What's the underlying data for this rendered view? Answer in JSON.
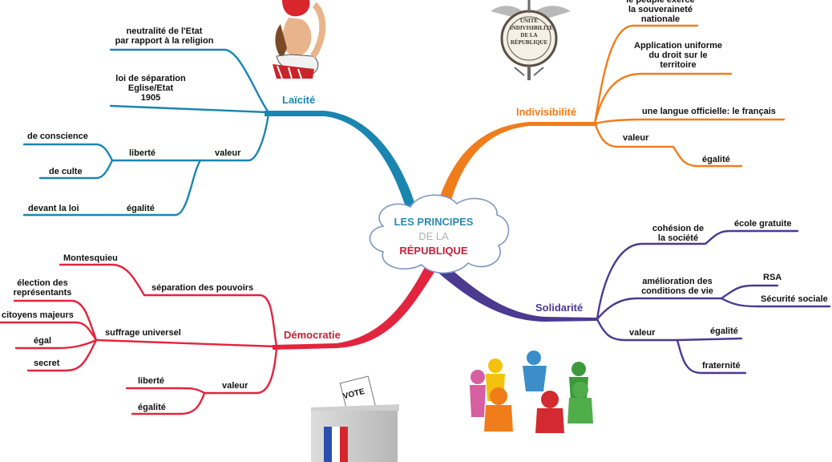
{
  "center": {
    "line1": "LES PRINCIPES",
    "line2": "DE LA",
    "line3": "RÉPUBLIQUE"
  },
  "colors": {
    "laicite": "#1a86b0",
    "indivisibilite": "#f07d1c",
    "solidarite": "#4a3a90",
    "democratie": "#e3243e"
  },
  "icons": {
    "marianne": "marianne-image",
    "seal": "republic-seal-image",
    "ballot": "ballot-box-image",
    "people": "people-circle-image"
  },
  "laicite": {
    "title": "Laïcité",
    "neutralite": "neutralité de l'Etat\npar rapport à la religion",
    "loi": "loi de séparation\nEglise/Etat\n1905",
    "valeur": "valeur",
    "liberte": "liberté",
    "conscience": "de conscience",
    "culte": "de culte",
    "egalite": "égalité",
    "devant_loi": "devant la loi"
  },
  "indivisibilite": {
    "title": "Indivisibilité",
    "seal_text": "UNITÉ\nINDIVISIBILITÉ\nDE LA\nRÉPUBLIQUE",
    "souverainete": "le peuple exerce\nla souveraineté\nnationale",
    "application": "Application uniforme\ndu droit sur le\nterritoire",
    "langue": "une langue officielle: le français",
    "valeur": "valeur",
    "egalite": "égalité"
  },
  "solidarite": {
    "title": "Solidarité",
    "cohesion": "cohésion de\nla société",
    "ecole": "école gratuite",
    "amelioration": "amélioration des\nconditions de vie",
    "rsa": "RSA",
    "securite": "Sécurité sociale",
    "valeur": "valeur",
    "egalite": "égalité",
    "fraternite": "fraternité"
  },
  "democratie": {
    "title": "Démocratie",
    "montesquieu": "Montesquieu",
    "separation": "séparation des pouvoirs",
    "election": "élection des\nreprésentants",
    "citoyens": "citoyens majeurs",
    "suffrage": "suffrage universel",
    "egal": "égal",
    "secret": "secret",
    "valeur": "valeur",
    "liberte": "liberté",
    "egalite": "égalité"
  },
  "ballot": {
    "vote_label": "VOTE"
  }
}
